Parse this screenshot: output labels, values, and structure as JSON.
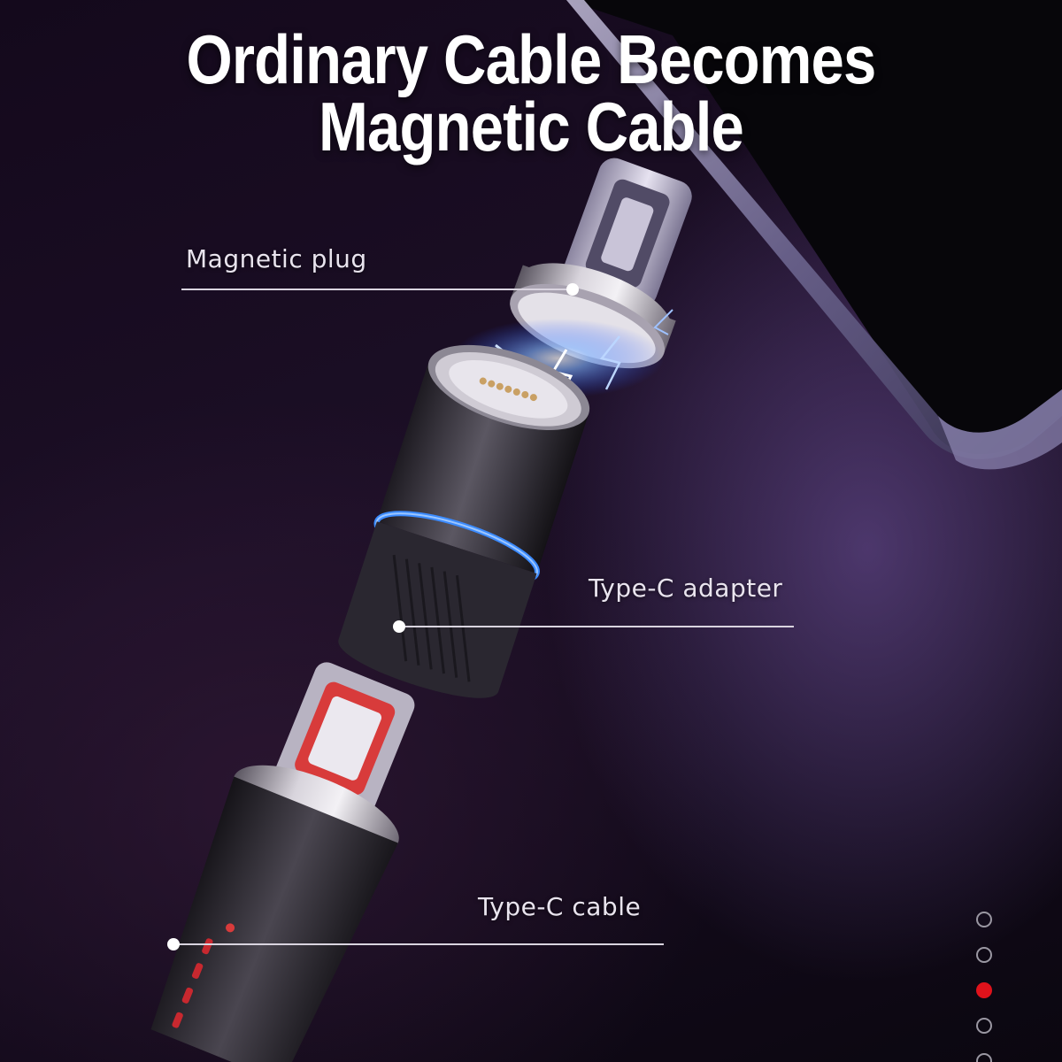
{
  "headline": {
    "line1": "Ordinary Cable Becomes",
    "line2": "Magnetic Cable"
  },
  "callouts": [
    {
      "label": "Magnetic plug",
      "icon": "pointer-dot-icon"
    },
    {
      "label": "Type-C adapter",
      "icon": "pointer-dot-icon"
    },
    {
      "label": "Type-C cable",
      "icon": "pointer-dot-icon"
    }
  ],
  "pager": {
    "count": 5,
    "active_index": 2,
    "active_color": "#e0121b"
  },
  "colors": {
    "background": "#14091c",
    "glow": "#2a7bff",
    "accent_red": "#e0121b"
  }
}
